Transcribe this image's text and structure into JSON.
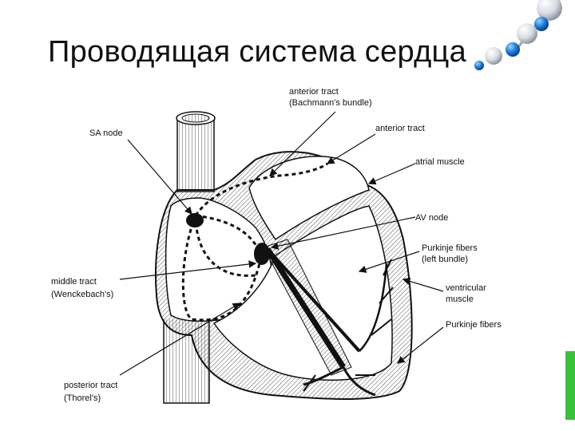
{
  "slide": {
    "title": "Проводящая система сердца",
    "accent_color": "#38c23a"
  },
  "diagram": {
    "labels": {
      "anterior_tract_top_1": "anterior tract",
      "anterior_tract_top_2": "(Bachmann's bundle)",
      "sa_node": "SA node",
      "anterior_tract_right": "anterior tract",
      "atrial_muscle": "atrial muscle",
      "av_node": "AV node",
      "purkinje_left_1": "Purkinje fibers",
      "purkinje_left_2": "(left bundle)",
      "ventricular_1": "ventricular",
      "ventricular_2": "muscle",
      "purkinje_fibers": "Purkinje fibers",
      "middle_tract_1": "middle tract",
      "middle_tract_2": "(Wenckebach's)",
      "posterior_tract_1": "posterior tract",
      "posterior_tract_2": "(Thorel's)"
    }
  }
}
